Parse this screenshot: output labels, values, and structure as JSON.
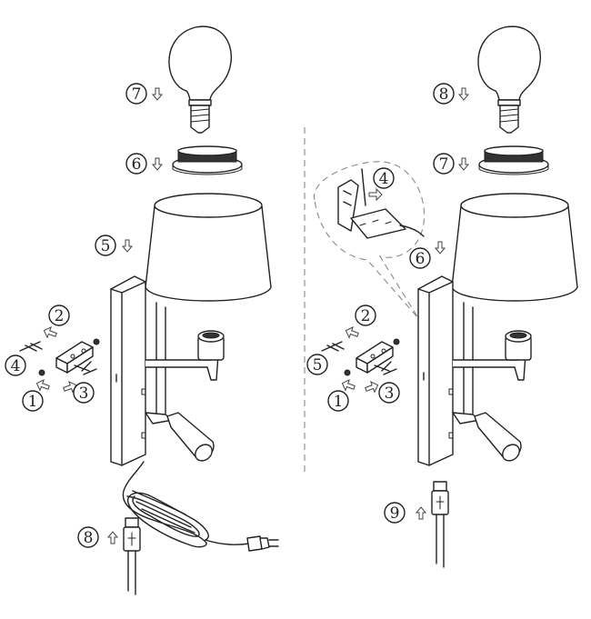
{
  "left_assembly": {
    "steps": {
      "bulb": "7",
      "ring": "6",
      "shade": "5",
      "bracket_top": "2",
      "bracket_side": "4",
      "bracket_bottom_left": "1",
      "bracket_bottom_right": "3",
      "usb": "8"
    }
  },
  "right_assembly": {
    "steps": {
      "bulb": "8",
      "ring": "7",
      "shade": "6",
      "wiring_detail": "4",
      "bracket_top": "2",
      "bracket_side": "5",
      "bracket_bottom_left": "1",
      "bracket_bottom_right": "3",
      "usb": "9"
    }
  },
  "colors": {
    "line": "#222222",
    "divider": "#888888",
    "background": "#ffffff"
  }
}
